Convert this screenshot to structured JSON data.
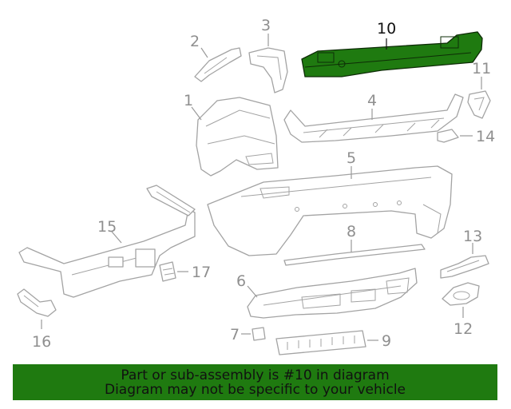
{
  "diagram": {
    "highlight_color": "#1f7a10",
    "highlighted_part": "10",
    "callouts": {
      "p1": "1",
      "p2": "2",
      "p3": "3",
      "p4": "4",
      "p5": "5",
      "p6": "6",
      "p7": "7",
      "p8": "8",
      "p9": "9",
      "p10": "10",
      "p11": "11",
      "p12": "12",
      "p13": "13",
      "p14": "14",
      "p15": "15",
      "p16": "16",
      "p17": "17"
    }
  },
  "banner": {
    "background": "#1f7a10",
    "line1": "Part or sub-assembly is #10 in diagram",
    "line2": "Diagram may not be specific to your vehicle"
  }
}
